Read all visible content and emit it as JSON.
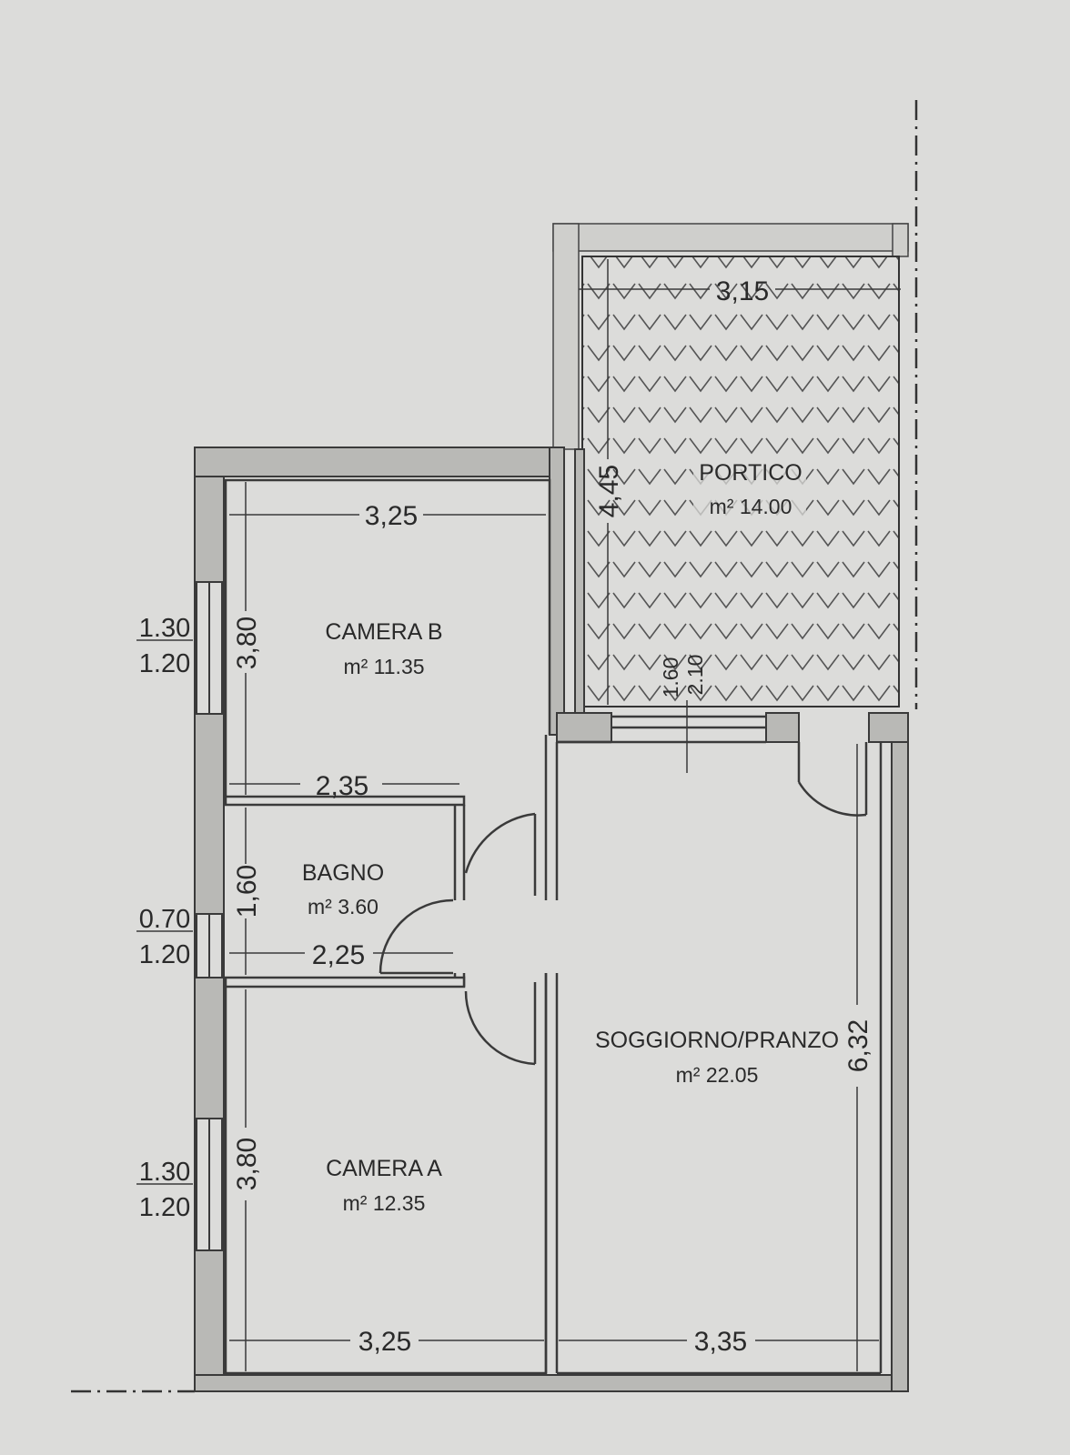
{
  "colors": {
    "background": "#dcdcda",
    "wall_fill": "#b9b9b6",
    "line": "#3a3a3a",
    "text": "#2a2a2a"
  },
  "rooms": {
    "camera_b": {
      "name": "CAMERA B",
      "area": "m² 11.35"
    },
    "bagno": {
      "name": "BAGNO",
      "area": "m² 3.60"
    },
    "camera_a": {
      "name": "CAMERA A",
      "area": "m² 12.35"
    },
    "soggiorno": {
      "name": "SOGGIORNO/PRANZO",
      "area": "m²  22.05"
    },
    "portico": {
      "name": "PORTICO",
      "area": "m² 14.00"
    }
  },
  "dimensions": {
    "camera_b_width": "3,25",
    "camera_b_height": "3,80",
    "corridor_width": "2,35",
    "bagno_height": "1,60",
    "bagno_width": "2,25",
    "camera_a_height": "3,80",
    "camera_a_width": "3,25",
    "soggiorno_width": "3,35",
    "soggiorno_height": "6,32",
    "portico_width": "3,15",
    "portico_height": "4,45",
    "portico_door_a": "1.60",
    "portico_door_b": "2.10"
  },
  "windows": {
    "camera_b": {
      "top": "1.30",
      "bottom": "1.20"
    },
    "bagno": {
      "top": "0.70",
      "bottom": "1.20"
    },
    "camera_a": {
      "top": "1.30",
      "bottom": "1.20"
    }
  }
}
